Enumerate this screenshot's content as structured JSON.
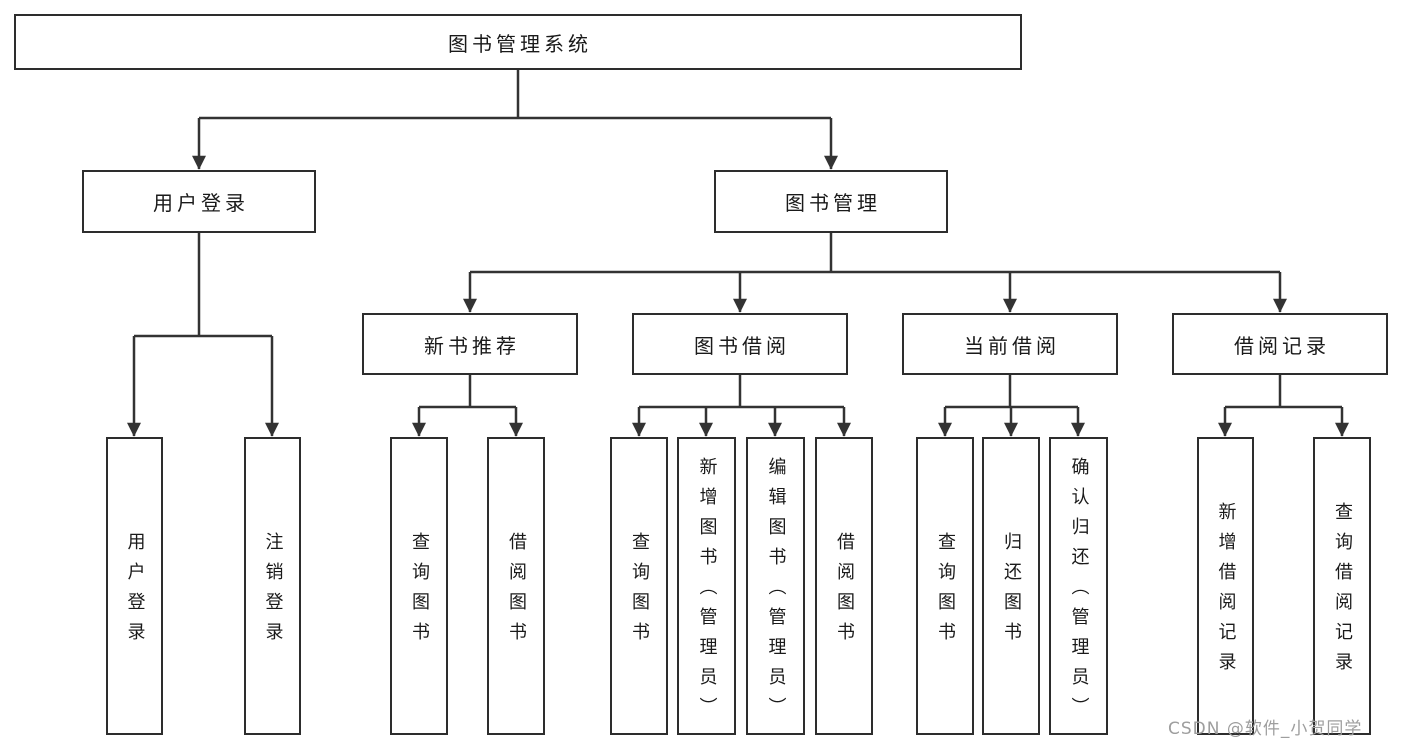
{
  "diagram": {
    "title": "图书管理系统",
    "level2": {
      "user_login": "用户登录",
      "book_management": "图书管理"
    },
    "level3": {
      "new_book_recommend": "新书推荐",
      "book_borrowing": "图书借阅",
      "current_borrowing": "当前借阅",
      "borrowing_records": "借阅记录"
    },
    "leaves": {
      "user_login_group": {
        "login": "用户登录",
        "logout": "注销登录"
      },
      "new_book_group": {
        "query_books": "查询图书",
        "borrow_books": "借阅图书"
      },
      "book_borrowing_group": {
        "query_books": "查询图书",
        "add_books_admin": "新增图书（管理员）",
        "edit_books_admin": "编辑图书（管理员）",
        "borrow_books": "借阅图书"
      },
      "current_borrowing_group": {
        "query_books": "查询图书",
        "return_books": "归还图书",
        "confirm_return_admin": "确认归还（管理员）"
      },
      "records_group": {
        "add_record": "新增借阅记录",
        "query_record": "查询借阅记录"
      }
    }
  },
  "watermark": {
    "text": "CSDN @软件_小贺同学",
    "color": "#9e9e9e"
  },
  "colors": {
    "line": "#333333",
    "box_border": "#2d2d2d",
    "text": "#1a1a1a",
    "background": "#ffffff"
  }
}
